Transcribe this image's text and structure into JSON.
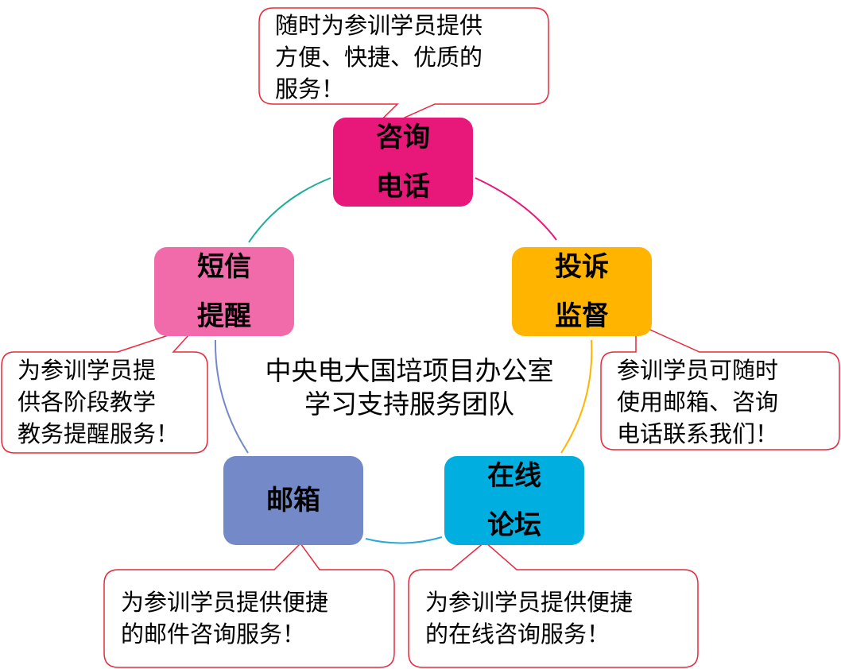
{
  "center": {
    "line1": "中央电大国培项目办公室",
    "line2": "学习支持服务团队"
  },
  "nodes": {
    "phone": {
      "line1": "咨询",
      "line2": "电话",
      "color": "#E8177A"
    },
    "complaint": {
      "line1": "投诉",
      "line2": "监督",
      "color": "#FFB400"
    },
    "forum": {
      "line1": "在线",
      "line2": "论坛",
      "color": "#00AEDF"
    },
    "email": {
      "line1": "邮箱",
      "color": "#7489C7"
    },
    "sms": {
      "line1": "短信",
      "line2": "提醒",
      "color": "#F16BAB"
    }
  },
  "callouts": {
    "phone": {
      "lines": [
        "随时为参训学员提供",
        "方便、快捷、优质的",
        "服务！"
      ]
    },
    "complaint": {
      "lines": [
        "参训学员可随时",
        "使用邮箱、咨询",
        "电话联系我们！"
      ]
    },
    "sms": {
      "lines": [
        "为参训学员提",
        "供各阶段教学",
        "教务提醒服务！"
      ]
    },
    "email": {
      "lines": [
        "为参训学员提供便捷",
        "的邮件咨询服务！"
      ]
    },
    "forum": {
      "lines": [
        "为参训学员提供便捷",
        "的在线咨询服务！"
      ]
    }
  },
  "colors": {
    "callout_border": "#E8283C",
    "arc_phone_sms": "#1BAE9B",
    "arc_phone_complaint": "#E8177A",
    "arc_complaint_forum": "#FFB400",
    "arc_forum_email": "#29A8D8",
    "arc_email_sms": "#7489C7"
  }
}
